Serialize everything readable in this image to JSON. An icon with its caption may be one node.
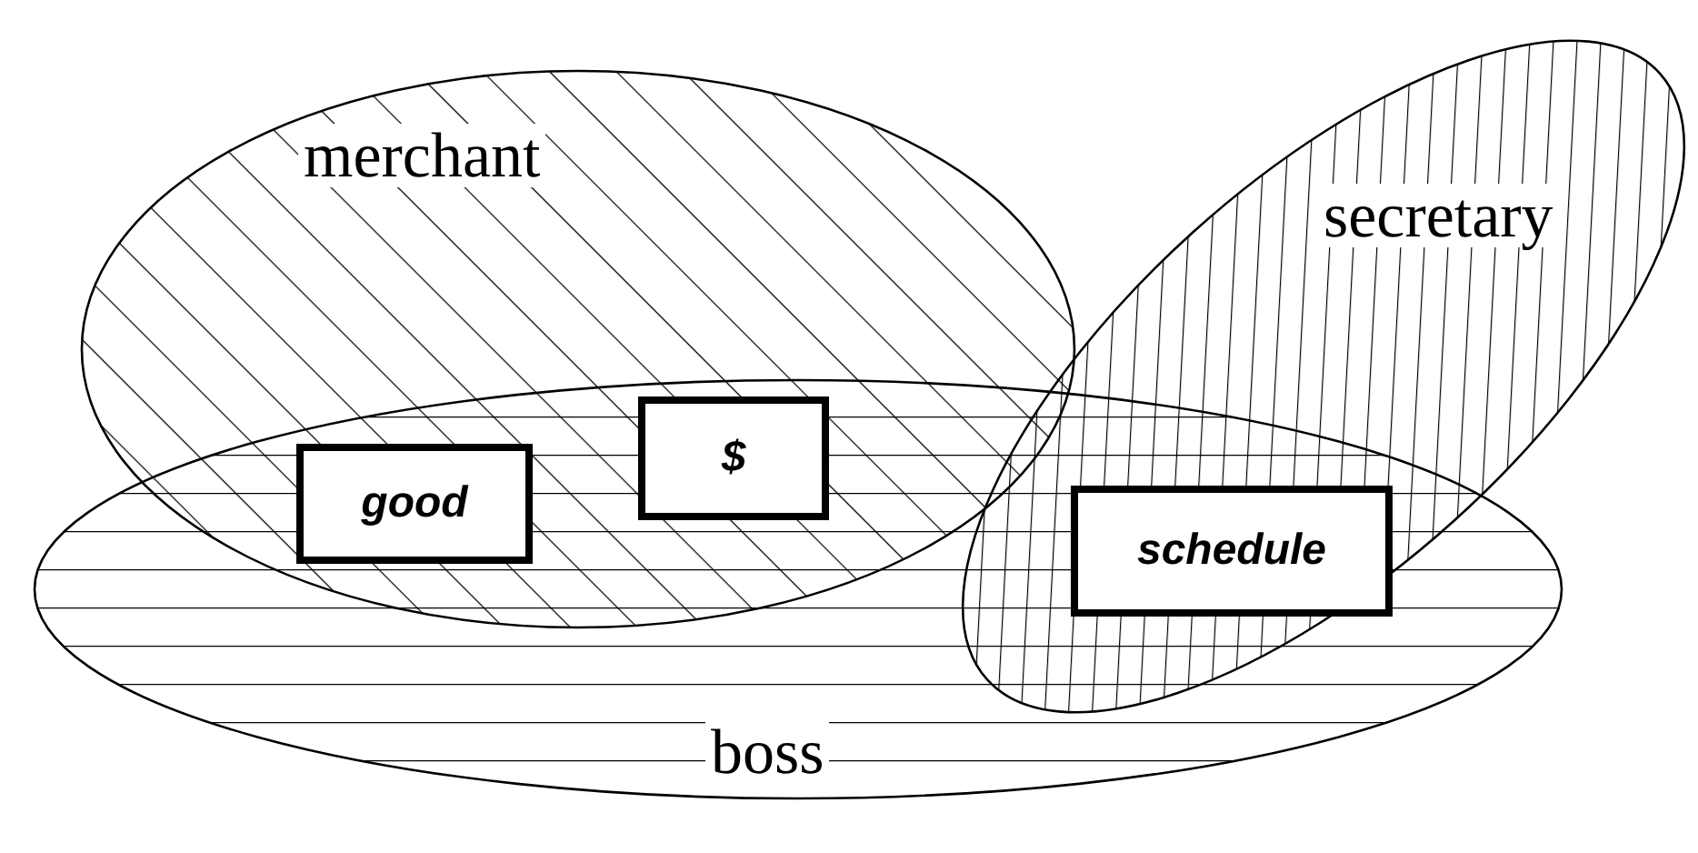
{
  "diagram": {
    "nodes": [
      {
        "text": [
          "merchant"
        ]
      },
      {
        "text": [
          "secretary"
        ]
      },
      {
        "text": [
          "boss"
        ]
      },
      {
        "text": [
          "good"
        ]
      },
      {
        "text": [
          "$"
        ]
      },
      {
        "text": [
          "schedule"
        ]
      }
    ]
  }
}
